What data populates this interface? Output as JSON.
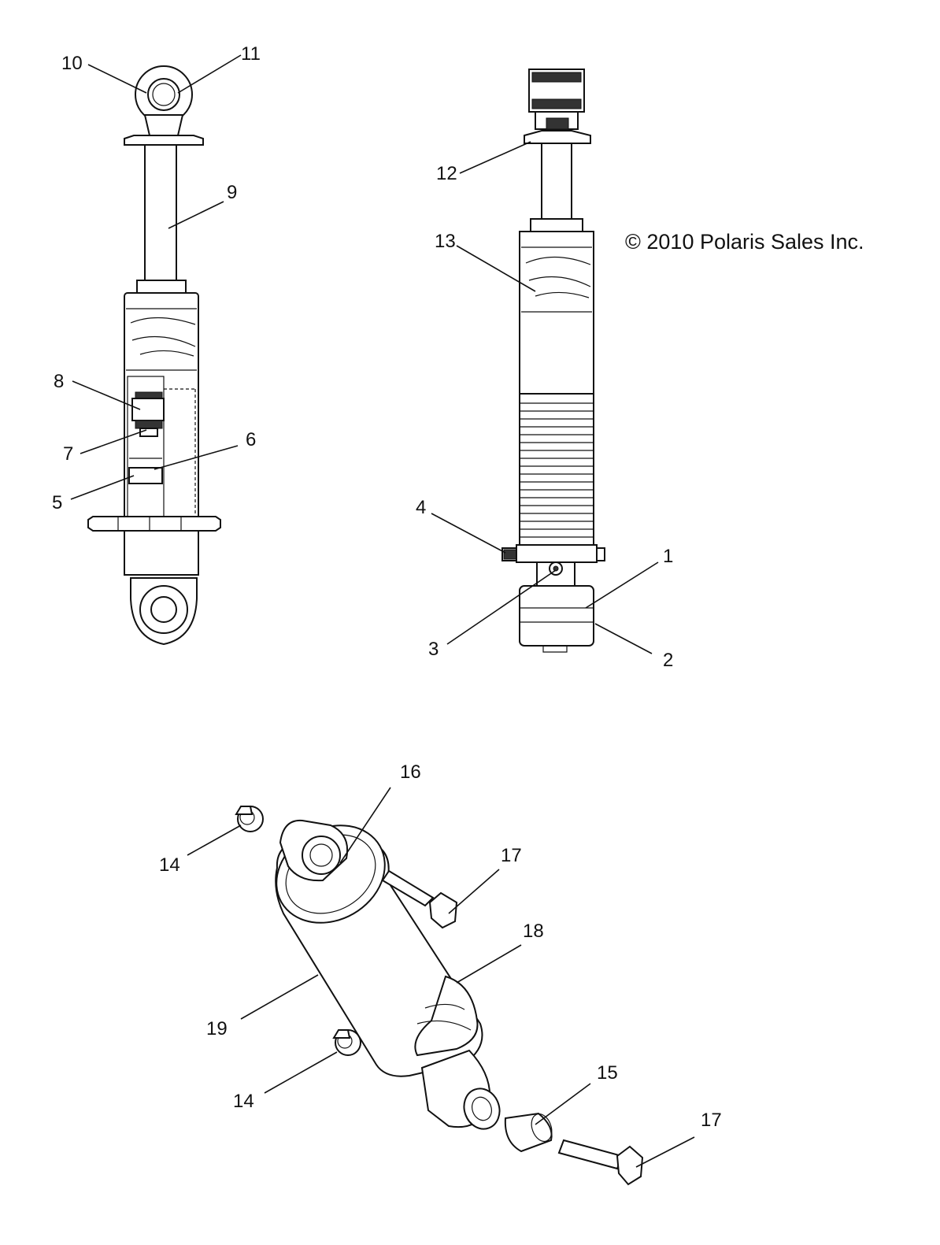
{
  "copyright": "© 2010 Polaris Sales Inc.",
  "callouts": {
    "c1": "1",
    "c2": "2",
    "c3": "3",
    "c4": "4",
    "c5": "5",
    "c6": "6",
    "c7": "7",
    "c8": "8",
    "c9": "9",
    "c10": "10",
    "c11": "11",
    "c12": "12",
    "c13": "13",
    "c14a": "14",
    "c14b": "14",
    "c15": "15",
    "c16": "16",
    "c17a": "17",
    "c17b": "17",
    "c18": "18",
    "c19": "19"
  },
  "colors": {
    "ink": "#111111",
    "paper": "#ffffff"
  }
}
